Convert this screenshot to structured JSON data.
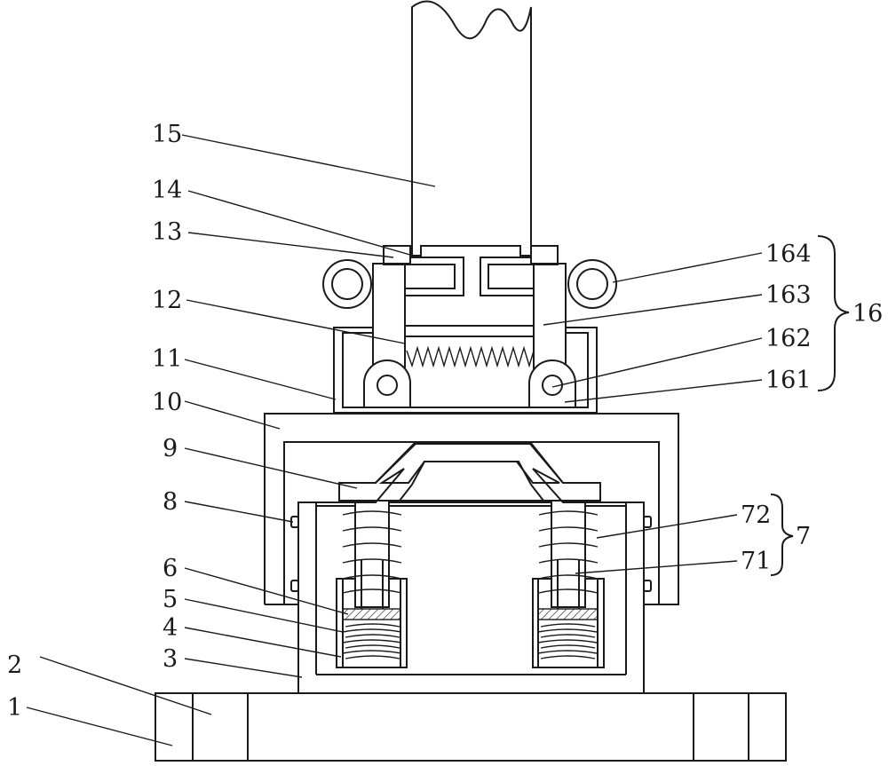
{
  "labels": {
    "l1": "1",
    "l2": "2",
    "l3": "3",
    "l4": "4",
    "l5": "5",
    "l6": "6",
    "l7": "7",
    "l71": "71",
    "l72": "72",
    "l8": "8",
    "l9": "9",
    "l10": "10",
    "l11": "11",
    "l12": "12",
    "l13": "13",
    "l14": "14",
    "l15": "15",
    "l16": "16",
    "l161": "161",
    "l162": "162",
    "l163": "163",
    "l164": "164"
  }
}
